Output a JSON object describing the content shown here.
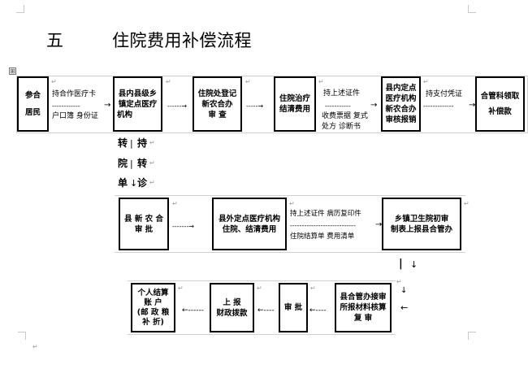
{
  "title": {
    "number": "五",
    "text": "住院费用补偿流程"
  },
  "table_handle": "⊞",
  "para_mark": "↵",
  "row1": {
    "insured": [
      "参合",
      "居民"
    ],
    "docs_top": "持合作医疗卡",
    "docs_dash": "------------",
    "docs_bottom": "户口簿  身份证",
    "county_hospital": [
      "县内县级乡",
      "镇定点医疗",
      "机构"
    ],
    "admission": [
      "住院处登记",
      "新农合办",
      "审    查"
    ],
    "treatment": [
      "住院治疗",
      "结清费用"
    ],
    "certs_top": "持上述证件",
    "certs_dash": "-----------",
    "certs_bottom": [
      "收费票据  复式",
      "处方  诊断书"
    ],
    "reimburse": [
      "县内定点",
      "医疗机构",
      "新农合办",
      "审核报销"
    ],
    "voucher": "持支付凭证",
    "voucher_dash": "-------------",
    "receive": [
      "合管科领取",
      "补偿款"
    ]
  },
  "side_flow": [
    "转",
    "持",
    "院",
    "转",
    "单",
    "诊"
  ],
  "side_seps": [
    "|",
    "|",
    "↓"
  ],
  "row2": {
    "county_approval": [
      "县 新 农 合",
      "审    批"
    ],
    "dash_arrow": "-------→",
    "outside_hospital": [
      "县外定点医疗机构",
      "住院、结清费用"
    ],
    "out_docs_top": "持上述证件  病历复印件",
    "out_docs_dash": "----------------------------",
    "out_docs_bottom": "住院结算单  费用清单",
    "town_center": [
      "乡镇卫生院初审",
      "制表上报县合管办"
    ]
  },
  "down_connector": [
    "|",
    "↓",
    "←"
  ],
  "row3": {
    "personal_account": [
      "个人结算",
      "账    户",
      "(邮 政 粮",
      "补 折)"
    ],
    "left_arrow_1": "←------",
    "report": [
      "上    报",
      "财政拨款"
    ],
    "left_arrow_2": "←----",
    "approve": "审 批",
    "left_arrow_3": "←----",
    "review": [
      "县合管办接审",
      "所报材料核算",
      "复      审"
    ]
  }
}
